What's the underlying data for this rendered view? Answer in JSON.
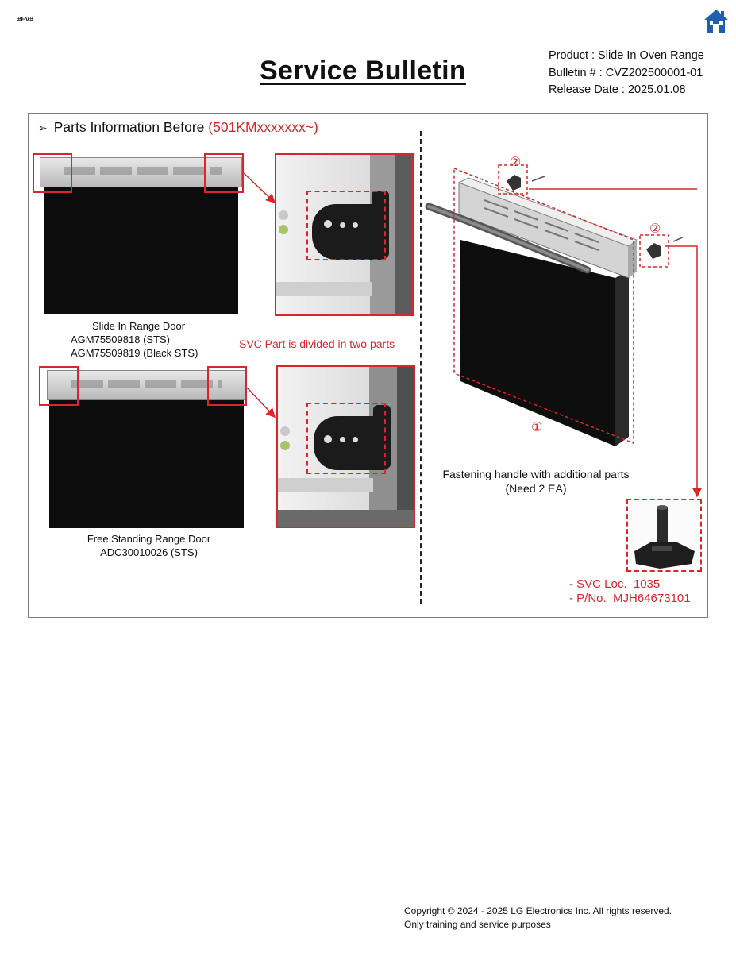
{
  "header": {
    "tag": "#EV#",
    "title": "Service Bulletin",
    "product": "Product : Slide In Oven Range",
    "bulletin": "Bulletin # : CVZ202500001-01",
    "release": "Release Date : 2025.01.08"
  },
  "section": {
    "bullet": "➢",
    "title_prefix": "Parts Information Before ",
    "title_serial": "(501KMxxxxxxx~)"
  },
  "slide_in": {
    "name": "Slide In Range Door",
    "part1": "AGM75509818 (STS)",
    "part2": "AGM75509819 (Black STS)"
  },
  "svc_note": "SVC Part is divided in two parts",
  "free_standing": {
    "name": "Free Standing Range Door",
    "part1": "ADC30010026 (STS)"
  },
  "exploded": {
    "callout_1": "①",
    "callout_2a": "②",
    "callout_2b": "②",
    "caption_line1": "Fastening handle with additional parts",
    "caption_line2": "(Need 2 EA)"
  },
  "part_info": {
    "loc_label": "- SVC Loc.",
    "loc_value": "1035",
    "pno_label": "- P/No.",
    "pno_value": "MJH64673101"
  },
  "footer": {
    "line1": "Copyright © 2024 - 2025 LG Electronics Inc. All rights reserved.",
    "line2": "Only training and service purposes"
  },
  "colors": {
    "accent_red": "#d9262a",
    "home_icon_blue": "#1f5fae"
  },
  "icons": [
    "home-icon"
  ]
}
